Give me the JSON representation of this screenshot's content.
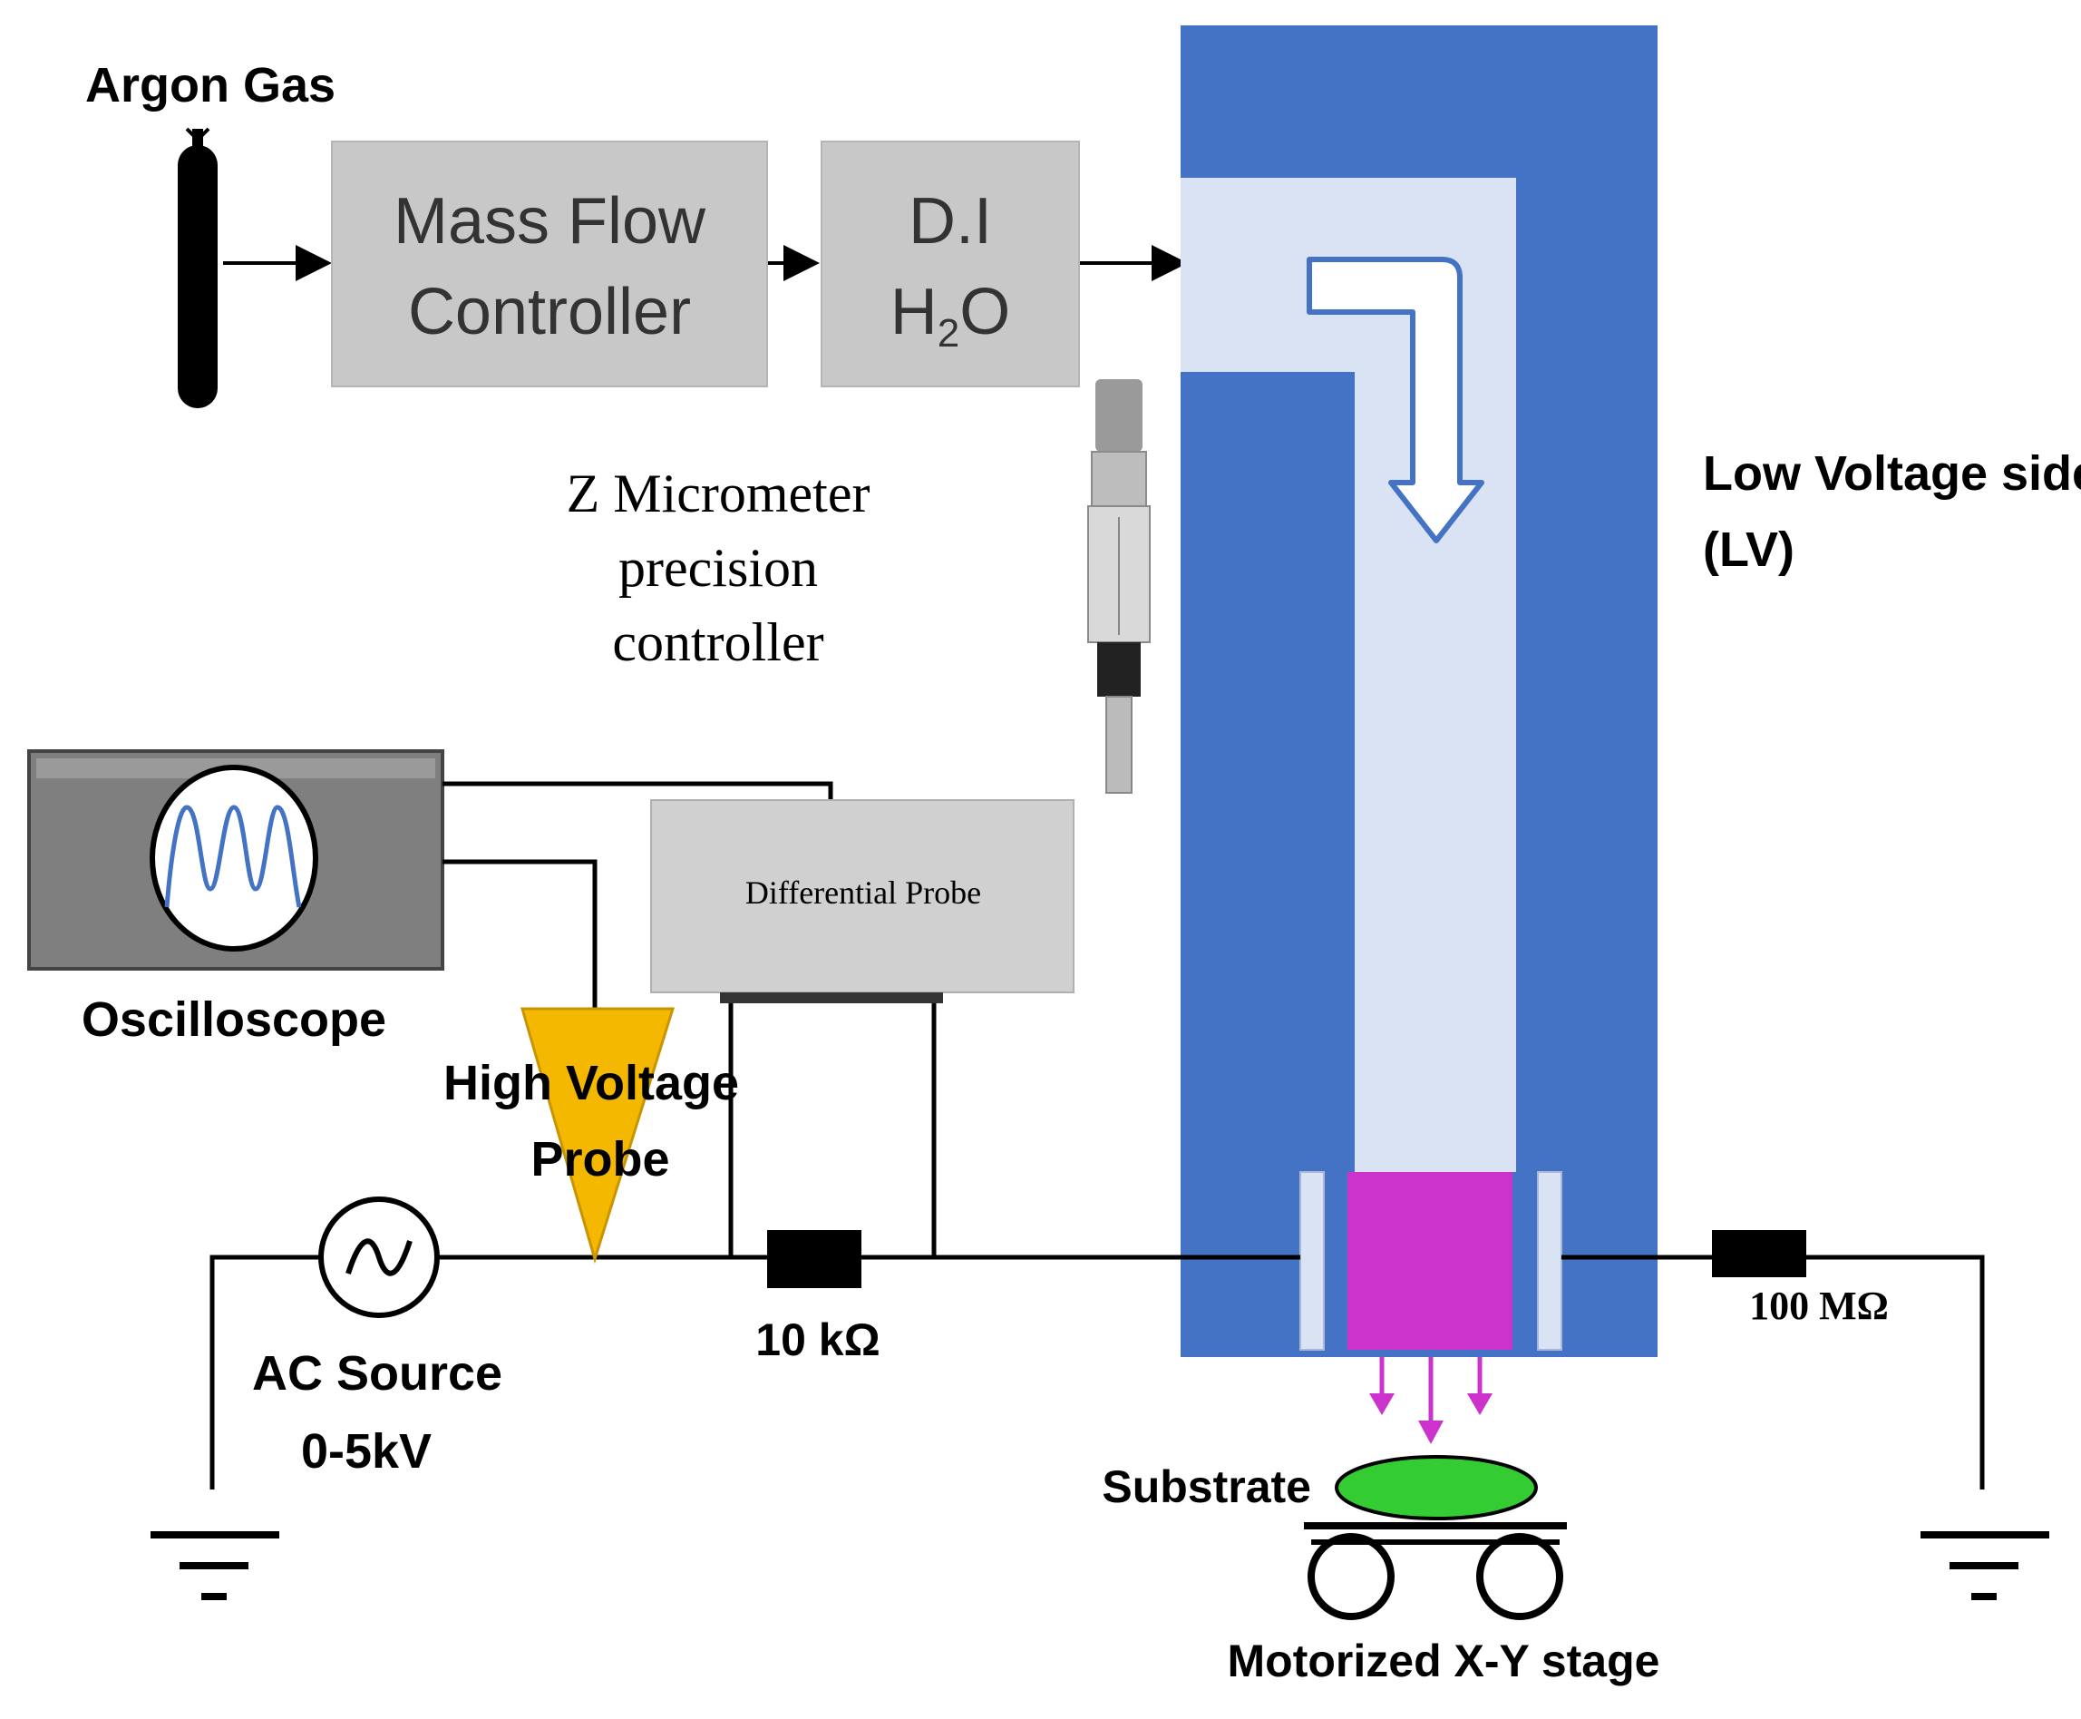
{
  "labels": {
    "argon_gas": "Argon Gas",
    "mass_flow_line1": "Mass Flow",
    "mass_flow_line2": "Controller",
    "di_line1": "D.I",
    "di_h": "H",
    "di_sub": "2",
    "di_o": "O",
    "micrometer_line1": "Z Micrometer",
    "micrometer_line2": "precision",
    "micrometer_line3": "controller",
    "low_voltage_line1": "Low Voltage side",
    "low_voltage_line2": "(LV)",
    "oscilloscope": "Oscilloscope",
    "differential_probe": "Differential Probe",
    "hv_probe_line1": "High Voltage",
    "hv_probe_line2": "Probe",
    "ac_source_line1": "AC Source",
    "ac_source_line2": "0-5kV",
    "resistor_10k": "10 kΩ",
    "resistor_100m": "100 MΩ",
    "substrate": "Substrate",
    "xy_stage": "Motorized X-Y stage"
  },
  "colors": {
    "reactor_blue": "#4472c4",
    "channel_light": "#dae3f3",
    "plasma_magenta": "#cc33cc",
    "substrate_green": "#33cc33",
    "probe_orange": "#f5b800",
    "box_gray": "#c8c8c8",
    "osc_gray": "#7f7f7f"
  }
}
